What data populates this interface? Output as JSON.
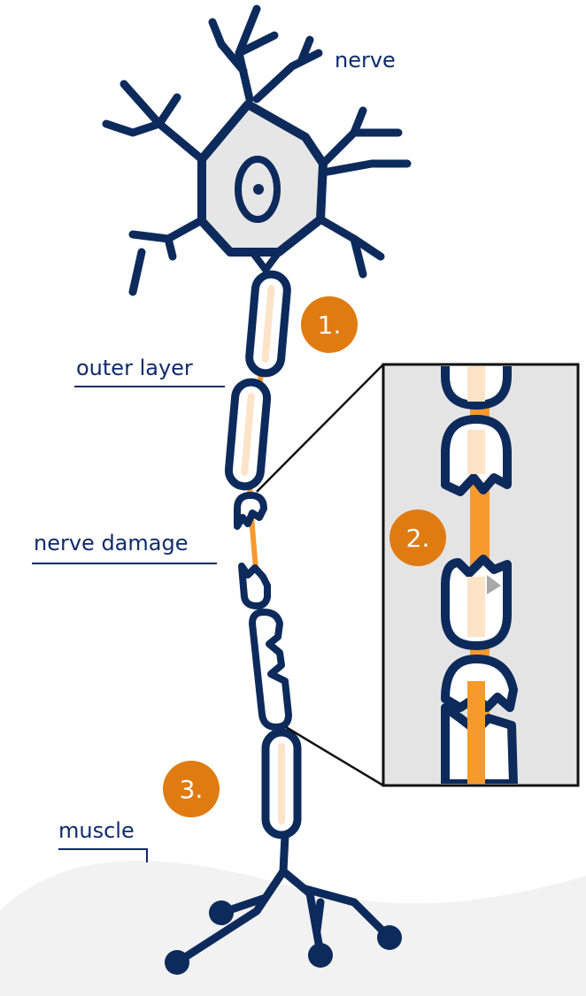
{
  "labels": {
    "nerve": "nerve",
    "outer_layer": "outer layer",
    "nerve_damage": "nerve damage",
    "muscle": "muscle"
  },
  "steps": [
    "1.",
    "2.",
    "3."
  ],
  "colors": {
    "navy": "#0d2a5c",
    "label_blue": "#0f2b6b",
    "orange": "#f79a2e",
    "badge_orange": "#e07b12",
    "myelin_fill": "#fde3c8",
    "cell_body": "#e6e6e6",
    "inset_bg": "#e4e4e4",
    "muscle_grey": "#f2f2f2"
  }
}
